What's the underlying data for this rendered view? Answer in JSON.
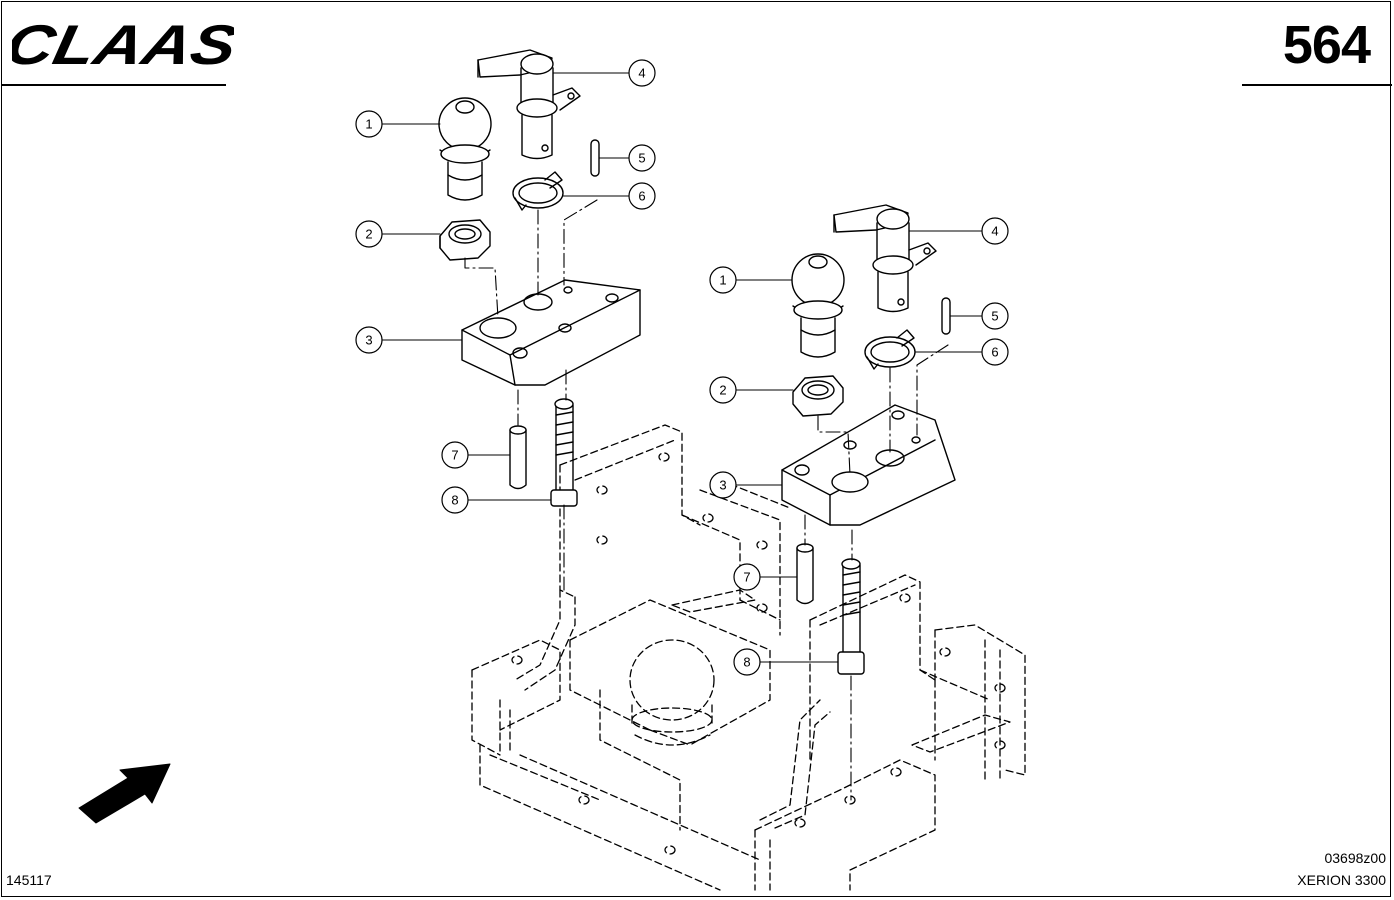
{
  "header": {
    "brand_text": "CLAAS",
    "page_number": "564"
  },
  "footer": {
    "document_code": "145117",
    "drawing_code": "03698z00",
    "model_name": "XERION 3300"
  },
  "callouts": {
    "left_1": "1",
    "left_2": "2",
    "left_3": "3",
    "left_4": "4",
    "left_5": "5",
    "left_6": "6",
    "left_7": "7",
    "left_8": "8",
    "right_1": "1",
    "right_2": "2",
    "right_3": "3",
    "right_4": "4",
    "right_5": "5",
    "right_6": "6",
    "right_7": "7",
    "right_8": "8"
  },
  "icons": {
    "direction": "arrow-icon"
  },
  "colors": {
    "ink": "#000000",
    "paper": "#ffffff"
  }
}
